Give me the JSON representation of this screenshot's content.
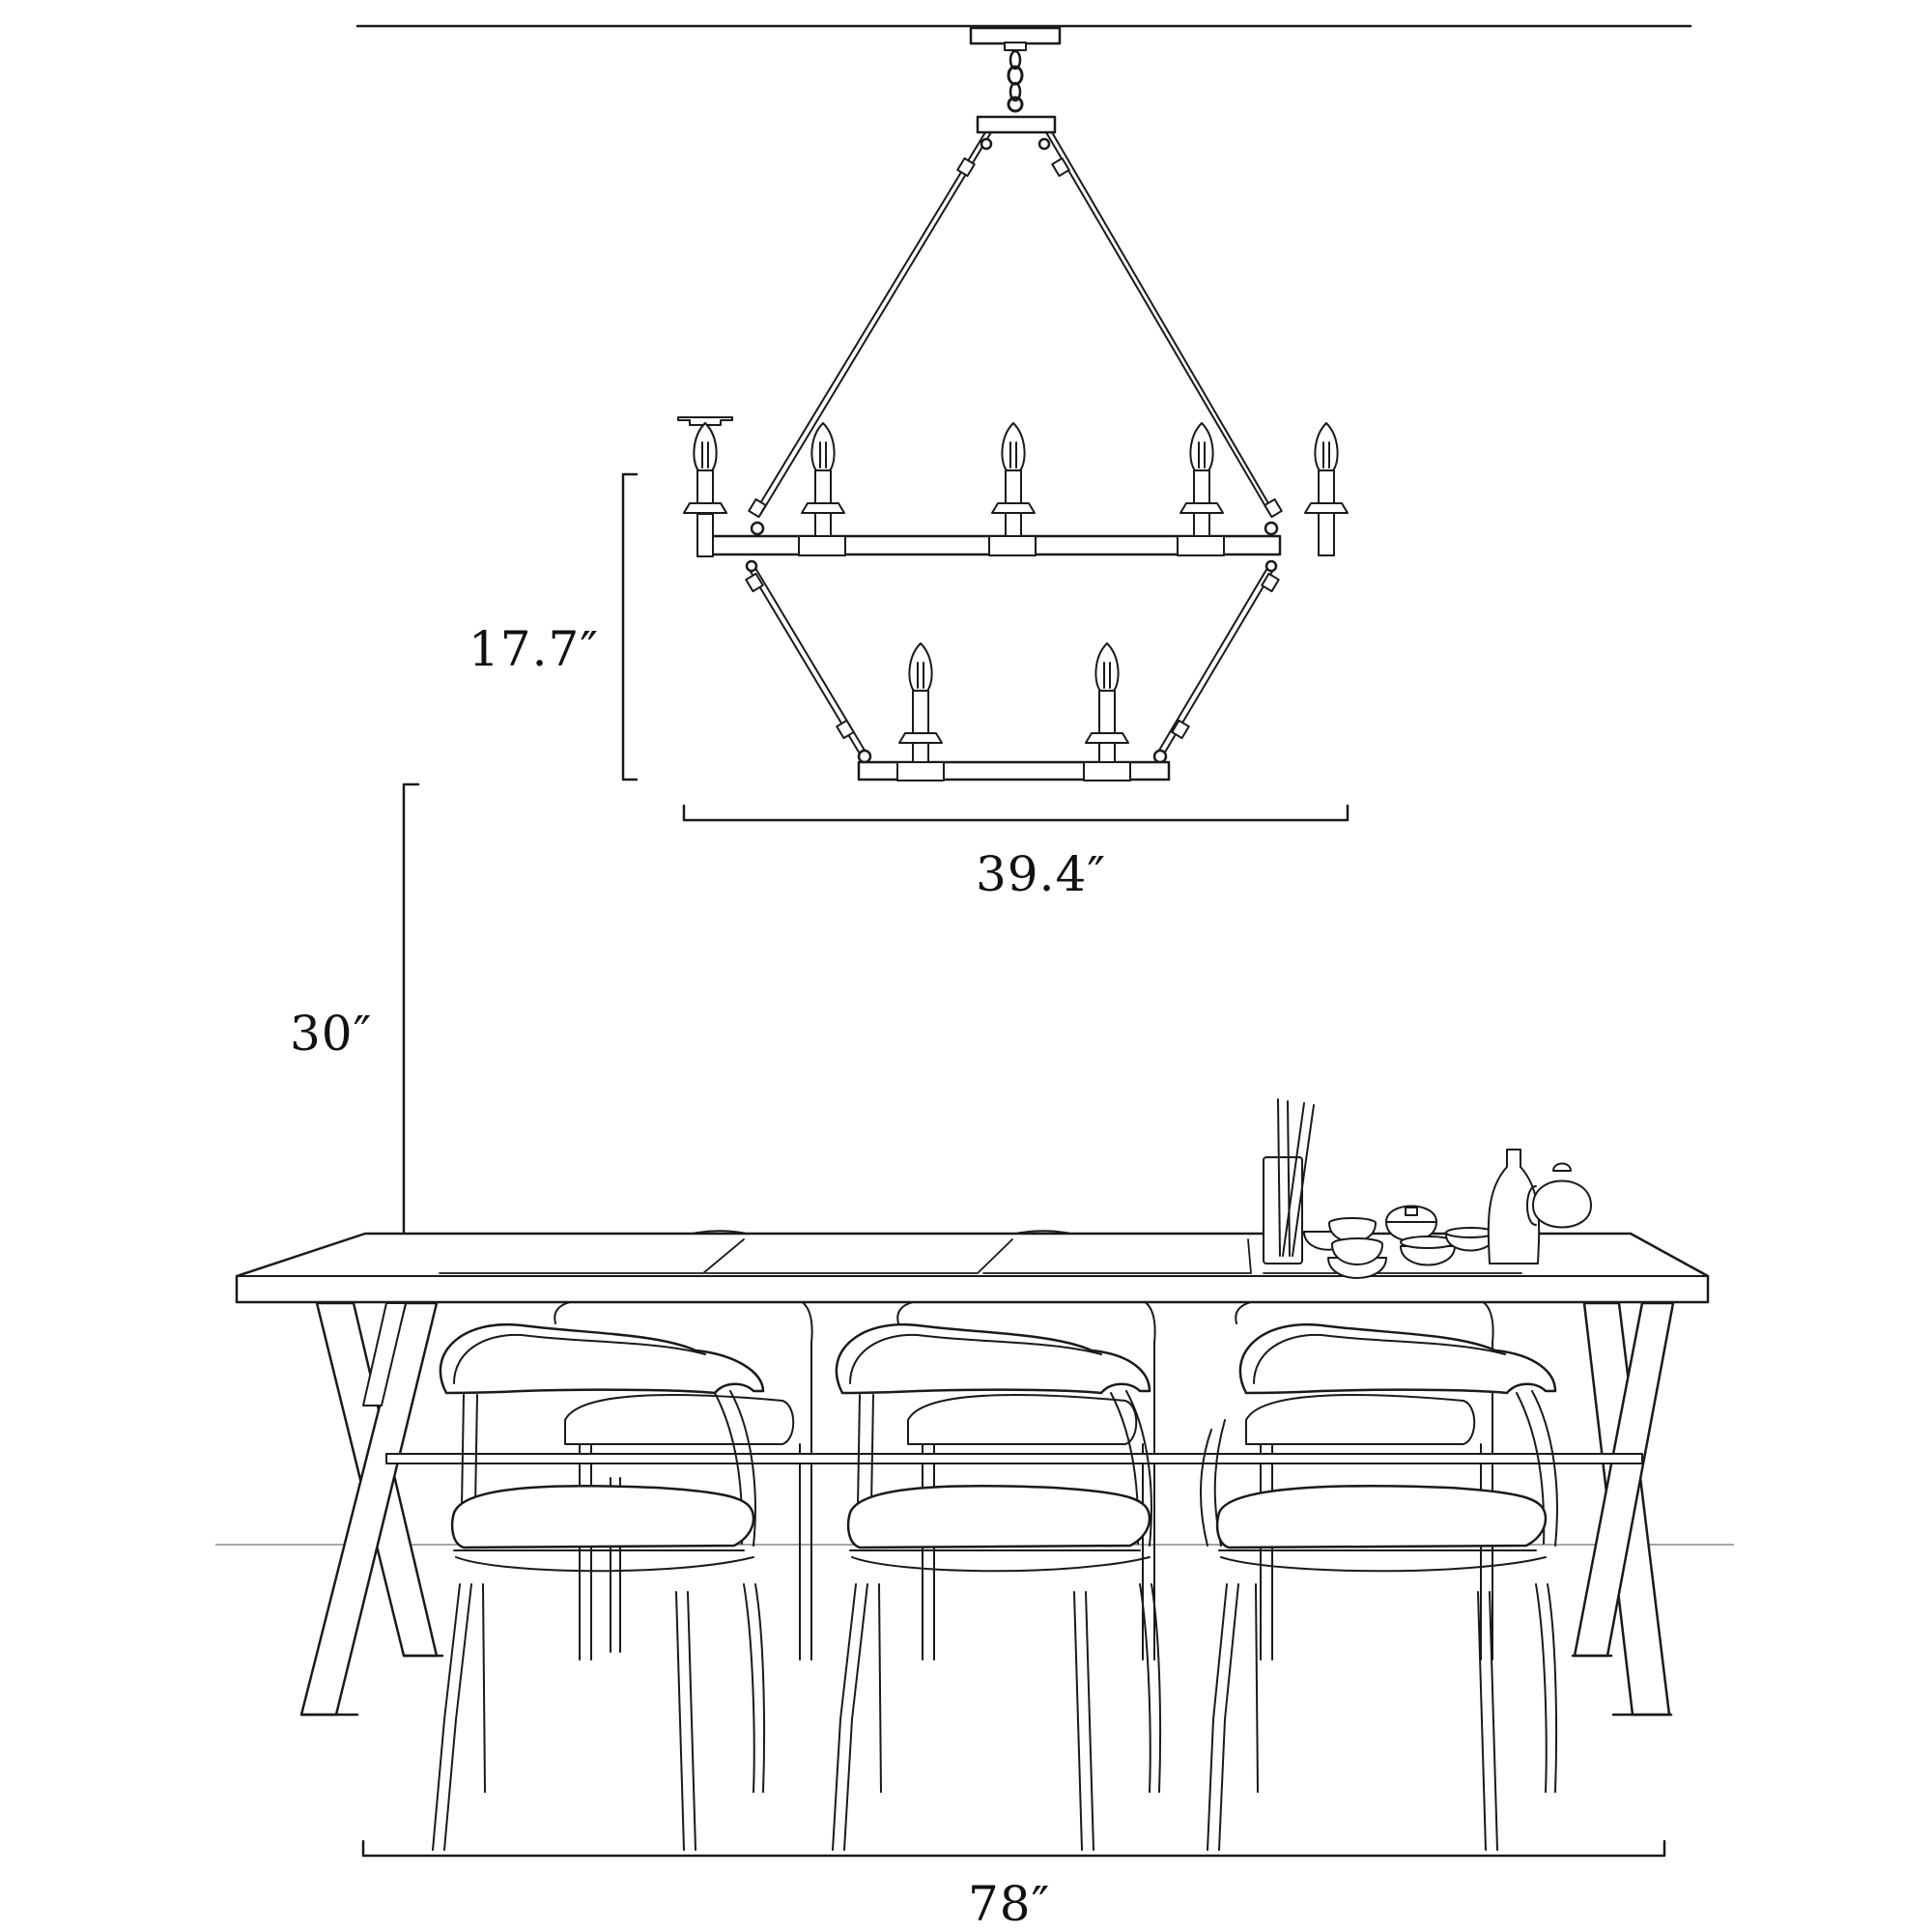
{
  "dimensions": {
    "fixture_height": "17.7″",
    "fixture_width": "39.4″",
    "clearance_above_table": "30″",
    "table_length": "78″"
  },
  "colors": {
    "line": "#1a1a1a",
    "background": "#ffffff",
    "floor_line": "#888888"
  }
}
